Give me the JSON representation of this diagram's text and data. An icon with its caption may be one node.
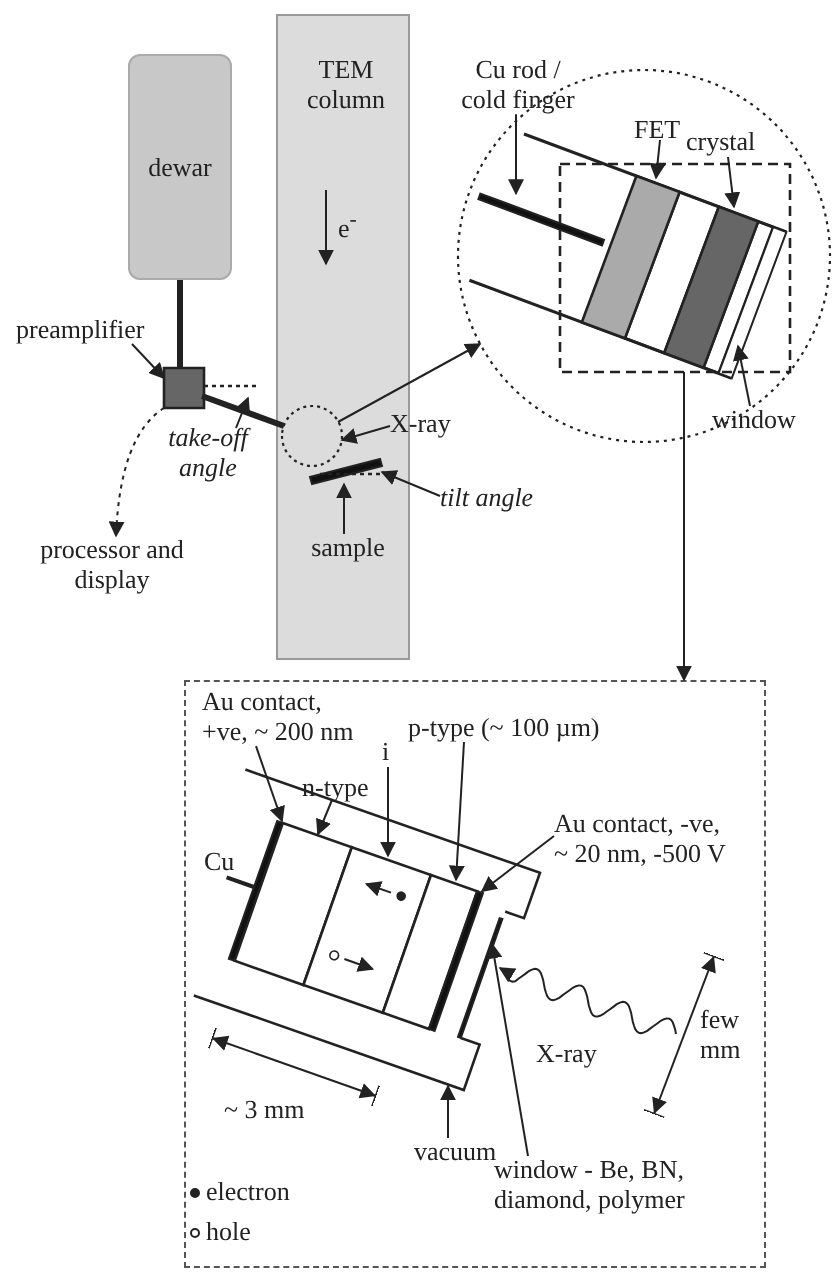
{
  "diagram": {
    "nodes": [
      {
        "text": [
          "dewar"
        ]
      },
      {
        "text": [
          "TEM column",
          "e$^{-}$"
        ]
      },
      {
        "text": [
          "preamplifier"
        ]
      },
      {
        "text": [],
        "shape": "box"
      },
      {
        "text": [
          "take-off angle"
        ]
      },
      {
        "text": [
          "processor and display"
        ]
      },
      {
        "text": [
          "X-ray"
        ]
      },
      {
        "text": [
          "sample"
        ],
        "in": 1
      },
      {
        "text": [
          "tilt angle"
        ]
      },
      {
        "text": [],
        "shape": "bar",
        "in": 1
      },
      {
        "text": [],
        "shape": "circle",
        "in": 1
      },
      {
        "text": [],
        "shape": "circle"
      },
      {
        "text": [
          "Cu rod / cold finger"
        ]
      },
      {
        "text": [
          "FET"
        ],
        "in": 11
      },
      {
        "text": [
          "crystal"
        ],
        "in": 11
      },
      {
        "text": [
          "window"
        ],
        "in": 11
      },
      {
        "text": [],
        "shape": "bar",
        "in": 11
      },
      {
        "text": [],
        "shape": "box",
        "in": 20
      },
      {
        "text": [],
        "shape": "box",
        "in": 20
      },
      {
        "text": [],
        "shape": "bar",
        "in": 20
      },
      {
        "text": [],
        "shape": "box",
        "in": 11
      },
      {
        "text": [],
        "shape": "box"
      },
      {
        "text": [
          "Au contact, +ve, ~ 200 nm"
        ],
        "in": 21
      },
      {
        "text": [
          "n-type"
        ],
        "in": 21
      },
      {
        "text": [
          "i"
        ],
        "in": 21
      },
      {
        "text": [
          "p-type (~ 100 µm)"
        ],
        "in": 21
      },
      {
        "text": [
          "Au contact, -ve, ~ 20 nm, -500 V"
        ],
        "in": 21
      },
      {
        "text": [
          "vacuum"
        ],
        "in": 21
      },
      {
        "text": [
          "window - Be, BN, diamond, polymer"
        ],
        "in": 21
      },
      {
        "text": [],
        "shape": "bar",
        "in": 21
      },
      {
        "text": [],
        "shape": "bar",
        "in": 21
      },
      {
        "text": [],
        "shape": "box",
        "in": 21
      },
      {
        "text": [],
        "shape": "box",
        "in": 21
      },
      {
        "text": [],
        "shape": "box",
        "in": 21
      },
      {
        "text": [],
        "shape": "bar",
        "in": 21
      }
    ],
    "edges": [
      {
        "from": 0,
        "to": 3,
        "arrow": "none",
        "style": "thick"
      },
      {
        "from": 3,
        "to": 10,
        "arrow": "none",
        "style": "thick"
      },
      {
        "from": 2,
        "to": 3,
        "arrow": "to"
      },
      {
        "from": 3,
        "to": 5,
        "arrow": "to",
        "style": "dashed"
      },
      {
        "from": 4,
        "to": null,
        "arrow": "to"
      },
      {
        "from": 6,
        "to": 10,
        "arrow": "to"
      },
      {
        "from": 7,
        "to": 9,
        "arrow": "to"
      },
      {
        "from": 8,
        "to": 9,
        "arrow": "to"
      },
      {
        "from": 10,
        "to": 11,
        "arrow": "to"
      },
      {
        "from": 12,
        "to": 16,
        "arrow": "to"
      },
      {
        "from": 13,
        "to": 17,
        "arrow": "to"
      },
      {
        "from": 14,
        "to": 18,
        "arrow": "to"
      },
      {
        "from": 15,
        "to": 19,
        "arrow": "to"
      },
      {
        "from": 20,
        "to": 21,
        "arrow": "to"
      },
      {
        "from": 22,
        "to": 30,
        "arrow": "to"
      },
      {
        "from": 23,
        "to": 31,
        "arrow": "to"
      },
      {
        "from": 24,
        "to": 32,
        "arrow": "to"
      },
      {
        "from": 25,
        "to": 33,
        "arrow": "to"
      },
      {
        "from": 26,
        "to": 34,
        "arrow": "to"
      },
      {
        "from": null,
        "to": 29,
        "arrow": "to",
        "label": "X-ray"
      },
      {
        "from": 27,
        "to": null,
        "arrow": "to"
      },
      {
        "from": 28,
        "to": 29,
        "arrow": "to"
      }
    ],
    "labels": [
      "Cu",
      "few mm",
      "~ 3 mm"
    ],
    "legend": [
      {
        "text": "electron"
      },
      {
        "text": "hole"
      }
    ]
  }
}
